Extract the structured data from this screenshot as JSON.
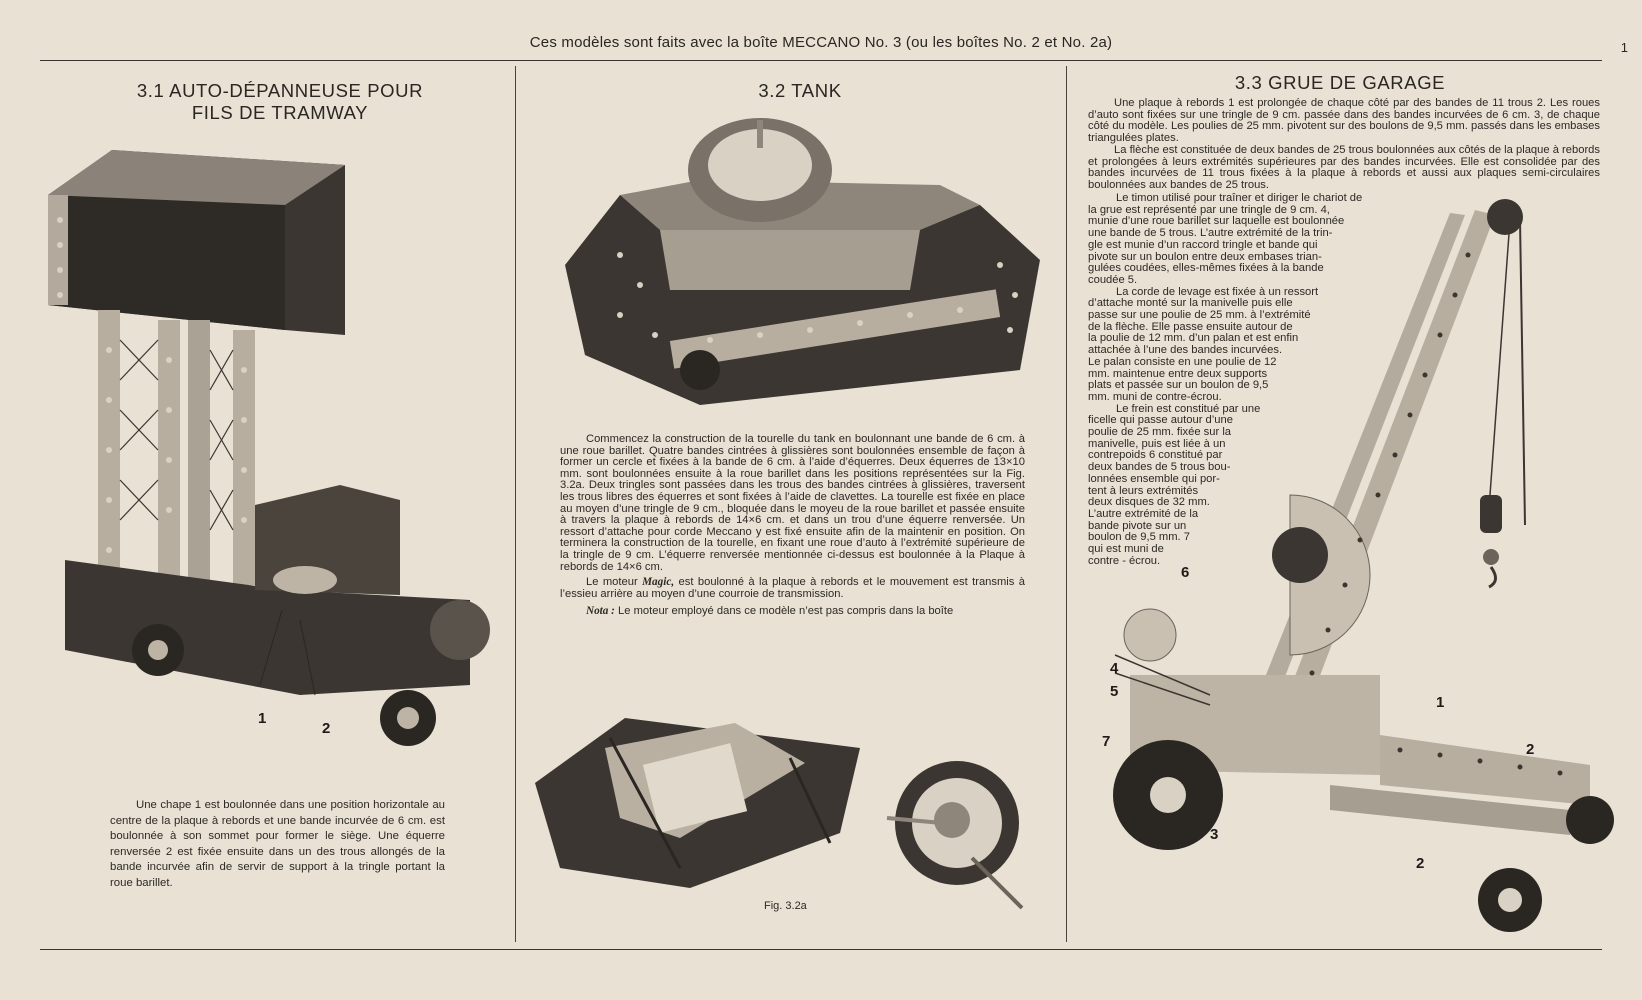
{
  "header": {
    "title": "Ces modèles sont faits avec la boîte MECCANO No. 3 (ou les boîtes No. 2 et No. 2a)",
    "page_number": "1"
  },
  "section1": {
    "title_line1": "3.1  AUTO-DÉPANNEUSE POUR",
    "title_line2": "FILS DE TRAMWAY",
    "text": "Une chape 1 est boulonnée dans une position horizontale au centre de la plaque à rebords et une bande incurvée de 6 cm. est boulonnée à son sommet pour former le siège. Une équerre renversée 2 est fixée ensuite dans un des trous allongés de la bande incurvée afin de servir de support à la tringle portant la roue barillet.",
    "callouts": [
      "1",
      "2"
    ]
  },
  "section2": {
    "title": "3.2  TANK",
    "paragraph1": "Commencez la construction de la tourelle du tank en boulonnant une bande de 6 cm. à une roue barillet. Quatre bandes cintrées à glissières sont boulonnées ensemble de façon à former un cercle et fixées à la bande de 6 cm. à l’aide d’équerres. Deux équerres de 13×10 mm. sont boulonnées ensuite à la roue barillet dans les positions représentées sur la Fig. 3.2a. Deux tringles sont passées dans les trous des bandes cintrées à glissières, traversent les trous libres des équerres et sont fixées à l’aide de clavettes. La tourelle est fixée en place au moyen d’une tringle de 9 cm., bloquée dans le moyeu de la roue barillet et passée ensuite à travers la plaque à rebords de 14×6 cm. et dans un trou d’une équerre renversée. Un ressort d’attache pour corde Meccano y est fixé ensuite afin de la maintenir en position. On terminera la construction de la tourelle, en fixant une roue d’auto à l’extrémité supérieure de la tringle de 9 cm. L’équerre renversée mentionnée ci-dessus est boulonnée à la Plaque à rebords de 14×6 cm.",
    "paragraph2_italic": "Magic,",
    "paragraph2_prefix": "Le moteur",
    "paragraph2_rest": "est boulonné à la plaque à rebords et le mouvement est transmis à l’essieu arrière au moyen d’une courroie de transmission.",
    "nota_label": "Nota :",
    "nota_text": "Le moteur employé dans ce modèle n’est pas compris dans la boîte",
    "fig_caption": "Fig. 3.2a"
  },
  "section3": {
    "title": "3.3   GRUE DE GARAGE",
    "paragraph1": "Une plaque à rebords 1 est prolongée de chaque côté par des bandes de 11 trous 2. Les roues d’auto sont fixées sur une tringle de 9 cm. passée dans des bandes incurvées de 6 cm. 3, de chaque côté du modèle. Les poulies de 25 mm. pivotent sur des boulons de 9,5 mm. passés dans les embases triangulées plates.",
    "paragraph2": "La flèche est constituée de deux bandes de 25 trous boulonnées aux côtés de la plaque à rebords et prolongées à leurs extrémités supérieures par des bandes incurvées. Elle est consolidée par des bandes incurvées de 11 trous fixées à la plaque à rebords et aussi aux plaques semi-circulaires boulonnées aux bandes de 25 trous.",
    "col_lines": [
      "Le timon utilisé pour traîner et diriger le chariot de",
      "la grue est représenté par une tringle de 9 cm. 4,",
      "munie d’une roue barillet sur laquelle est boulonnée",
      "une bande de 5 trous. L’autre extrémité de la trin-",
      "gle est munie d’un raccord tringle et bande qui",
      "pivote sur un boulon entre deux embases trian-",
      "gulées coudées, elles-mêmes fixées à la bande",
      "coudée 5.",
      "La corde de levage est fixée à un ressort",
      "d’attache monté sur la manivelle puis elle",
      "passe sur une poulie de 25 mm. à l’extrémité",
      "de la flèche. Elle passe ensuite autour de",
      "la poulie de 12 mm. d’un palan et est enfin",
      "attachée à l’une des bandes incurvées.",
      "Le palan consiste en une poulie de 12",
      "mm. maintenue entre deux supports",
      "plats et passée sur un boulon de 9,5",
      "mm. muni de contre-écrou.",
      "Le frein est constitué par une",
      "ficelle qui passe autour d’une",
      "poulie de 25 mm. fixée sur la",
      "manivelle, puis est liée à un",
      "contrepoids 6 constitué par",
      "deux bandes de 5 trous bou-",
      "lonnées ensemble qui por-",
      "tent à leurs extrémités",
      "deux disques de 32 mm.",
      "L’autre extrémité de la",
      "bande pivote sur un",
      "boulon de 9,5 mm. 7",
      "qui est muni de",
      "contre - écrou."
    ],
    "callouts": [
      "6",
      "4",
      "5",
      "7",
      "1",
      "2",
      "3",
      "2"
    ]
  },
  "colors": {
    "paper": "#e8e1d4",
    "ink": "#2a2622",
    "photo_dark": "#3b3631"
  }
}
